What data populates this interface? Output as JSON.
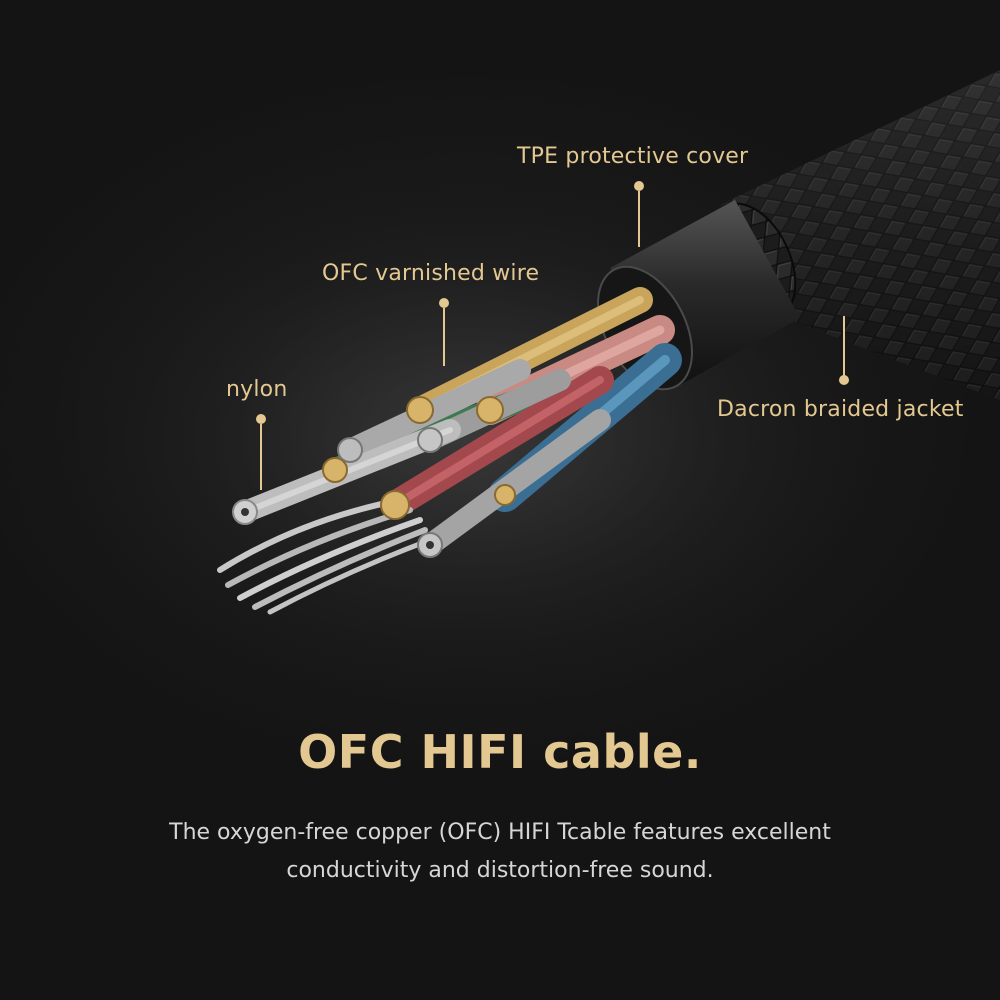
{
  "colors": {
    "accent_gold": "#e3c892",
    "text_light": "#d6d6d6",
    "background": "#181818"
  },
  "callouts": {
    "tpe": "TPE protective cover",
    "ofc_wire": "OFC varnished wire",
    "nylon": "nylon",
    "dacron": "Dacron braided jacket"
  },
  "headline": "OFC HIFI cable.",
  "description": {
    "line1": "The oxygen-free copper (OFC) HIFI Tcable features excellent",
    "line2": "conductivity and distortion-free sound."
  },
  "illustration": {
    "subject": "cable-cross-section-icon"
  }
}
